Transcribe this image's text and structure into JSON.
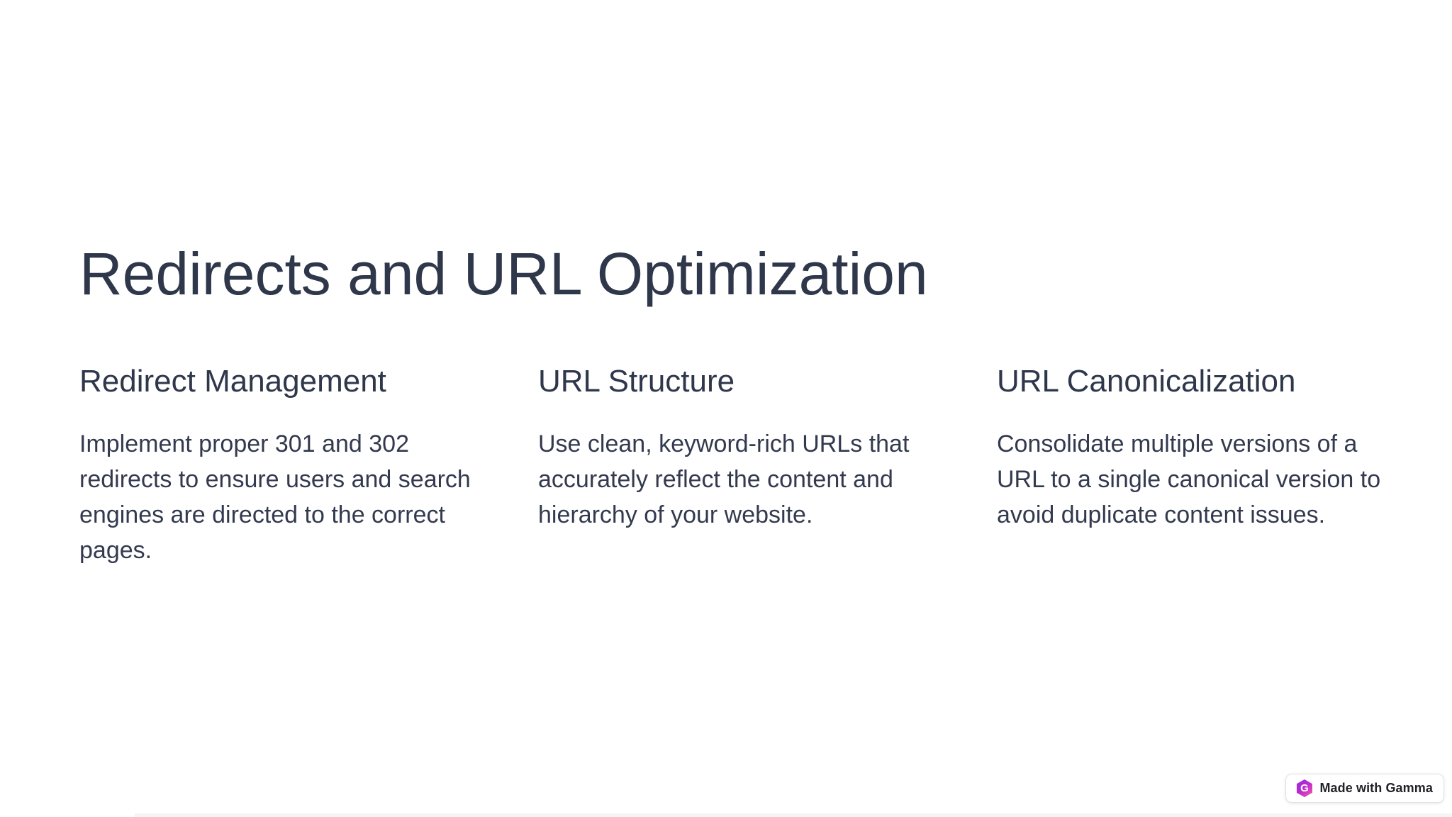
{
  "slide": {
    "title": "Redirects and URL Optimization",
    "columns": [
      {
        "heading": "Redirect Management",
        "body": "Implement proper 301 and 302\nredirects to ensure users and search\nengines are directed to the correct\npages."
      },
      {
        "heading": "URL Structure",
        "body": "Use clean, keyword-rich URLs that\naccurately reflect the content and\nhierarchy of your website."
      },
      {
        "heading": "URL Canonicalization",
        "body": "Consolidate multiple versions of a\nURL to a single canonical version to\navoid duplicate content issues."
      }
    ],
    "colors": {
      "background": "#ffffff",
      "text": "#2f374b",
      "bottom_strip": "#f5f5f6"
    }
  },
  "badge": {
    "label": "Made with Gamma",
    "logo_letter": "G",
    "colors": {
      "text": "#212227",
      "background": "#ffffff",
      "border": "#e3e3e6",
      "logo_gradient_start": "#8b2fd6",
      "logo_gradient_mid": "#c02ad3",
      "logo_gradient_end": "#ee5aa0"
    }
  }
}
